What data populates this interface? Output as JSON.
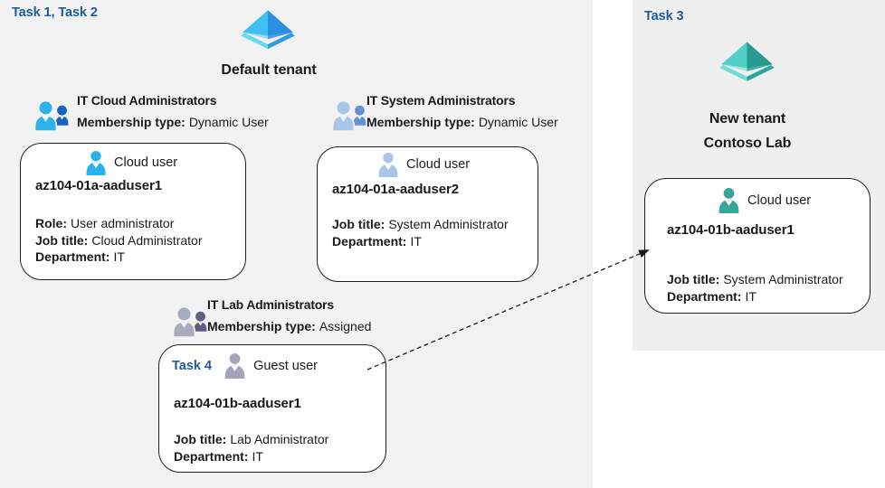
{
  "labels": {
    "task12": "Task 1, Task 2",
    "task3": "Task 3",
    "task4": "Task 4",
    "default_tenant": "Default tenant",
    "new_tenant_line1": "New tenant",
    "new_tenant_line2": "Contoso Lab"
  },
  "groups": [
    {
      "name": "IT Cloud Administrators",
      "membership_label": "Membership type:",
      "membership_value": "Dynamic User"
    },
    {
      "name": "IT System Administrators",
      "membership_label": "Membership type:",
      "membership_value": "Dynamic User"
    },
    {
      "name": "IT Lab Administrators",
      "membership_label": "Membership type:",
      "membership_value": "Assigned"
    }
  ],
  "cards": [
    {
      "user_type": "Cloud user",
      "name": "az104-01a-aaduser1",
      "lines": [
        {
          "label": "Role:",
          "value": "User administrator"
        },
        {
          "label": "Job title:",
          "value": "Cloud Administrator"
        },
        {
          "label": "Department:",
          "value": "IT"
        }
      ]
    },
    {
      "user_type": "Cloud user",
      "name": "az104-01a-aaduser2",
      "lines": [
        {
          "label": "Job title:",
          "value": "System Administrator"
        },
        {
          "label": "Department:",
          "value": "IT"
        }
      ]
    },
    {
      "user_type": "Guest user",
      "name": "az104-01b-aaduser1",
      "lines": [
        {
          "label": "Job title:",
          "value": "Lab Administrator"
        },
        {
          "label": "Department:",
          "value": "IT"
        }
      ]
    },
    {
      "user_type": "Cloud user",
      "name": "az104-01b-aaduser1",
      "lines": [
        {
          "label": "Job title:",
          "value": "System Administrator"
        },
        {
          "label": "Department:",
          "value": "IT"
        }
      ]
    }
  ],
  "colors": {
    "task_label": "#1c5b9c",
    "left_region": "#f2f2f2",
    "right_panel": "#efefef",
    "card_border": "#1f1f1f",
    "text": "#1a1a1a",
    "arrow": "#1a1a1a",
    "group1_front": "#2eb2ea",
    "group1_back": "#1663c5",
    "group2_front": "#a9c6e8",
    "group2_back": "#6292d2",
    "group3_front": "#a8aabf",
    "group3_back": "#5c5f7e",
    "user1": "#29b2e8",
    "user2": "#a9c6e8",
    "user3": "#a3a6bb",
    "user4": "#37a69d",
    "aad_blue": {
      "tl": "#3fc0f0",
      "tr": "#2b90e0",
      "bl": "#9fd8f2",
      "br": "#3f9ee8",
      "chl": "#66d9f4",
      "chr": "#2f9ae6"
    },
    "aad_teal": {
      "tl": "#52cfc6",
      "tr": "#279a91",
      "bl": "#a5e2dd",
      "br": "#39aba1",
      "chl": "#6fdcd3",
      "chr": "#2aa79c"
    }
  }
}
